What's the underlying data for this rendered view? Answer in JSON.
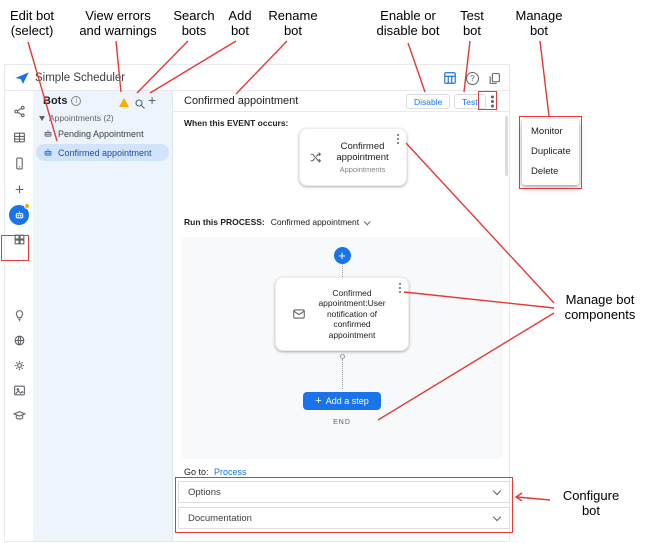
{
  "annotations": {
    "edit_bot": "Edit bot\n(select)",
    "view_errors": "View errors\nand warnings",
    "search_bots": "Search\nbots",
    "add_bot": "Add\nbot",
    "rename_bot": "Rename\nbot",
    "enable_disable": "Enable or\ndisable bot",
    "test_bot": "Test\nbot",
    "manage_bot": "Manage\nbot",
    "manage_components": "Manage bot\ncomponents",
    "configure_bot": "Configure\nbot"
  },
  "app_bar": {
    "title": "Simple Scheduler"
  },
  "bots_panel": {
    "title": "Bots",
    "group_label": "Appointments (2)",
    "items": [
      {
        "label": "Pending Appointment"
      },
      {
        "label": "Confirmed appointment"
      }
    ]
  },
  "header": {
    "title": "Confirmed appointment",
    "disable": "Disable",
    "test": "Test"
  },
  "event_section": {
    "label": "When this EVENT occurs:",
    "card_title": "Confirmed appointment",
    "card_subtitle": "Appointments"
  },
  "process_section": {
    "run_label": "Run this PROCESS:",
    "process_name": "Confirmed appointment",
    "step_text": "Confirmed appointment:User notification of confirmed appointment",
    "add_step": "Add a step",
    "end": "END"
  },
  "footer": {
    "goto": "Go to:",
    "goto_link": "Process",
    "options": "Options",
    "documentation": "Documentation"
  },
  "context_menu": {
    "items": [
      "Monitor",
      "Duplicate",
      "Delete"
    ]
  },
  "icons": {
    "plus": "+",
    "question": "?"
  },
  "colors": {
    "accent": "#1a73e8",
    "annotation_red": "#e53935",
    "warning_orange": "#f9ab00",
    "selection": "#d2e3fc"
  }
}
